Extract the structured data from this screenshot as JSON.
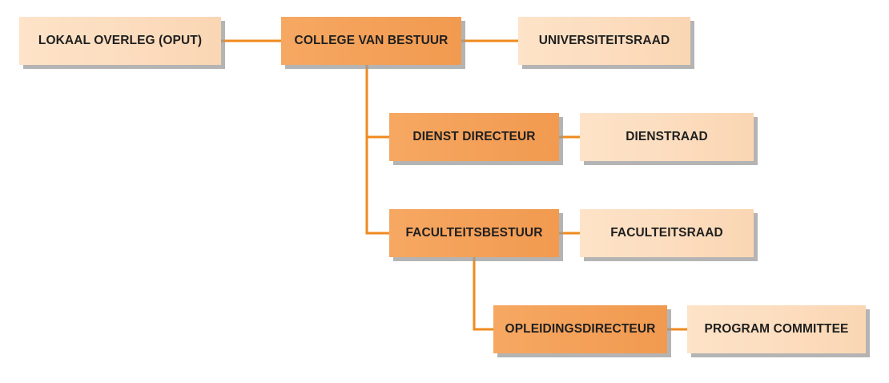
{
  "diagram": {
    "type": "organization-chart",
    "connector_color": "#ef8a1e",
    "node_colors": {
      "body": "#f4a058",
      "council": "#fcdcbd"
    },
    "nodes": {
      "lokaal_overleg": "LOKAAL OVERLEG (OPUT)",
      "college_van_bestuur": "COLLEGE VAN BESTUUR",
      "universiteitsraad": "UNIVERSITEITSRAAD",
      "dienst_directeur": "DIENST DIRECTEUR",
      "dienstraad": "DIENSTRAAD",
      "faculteitsbestuur": "FACULTEITSBESTUUR",
      "faculteitsraad": "FACULTEITSRAAD",
      "opleidingsdirecteur": "OPLEIDINGSDIRECTEUR",
      "program_committee": "PROGRAM COMMITTEE"
    },
    "edges": [
      {
        "from": "college_van_bestuur",
        "to": "lokaal_overleg"
      },
      {
        "from": "college_van_bestuur",
        "to": "universiteitsraad"
      },
      {
        "from": "college_van_bestuur",
        "to": "dienst_directeur"
      },
      {
        "from": "college_van_bestuur",
        "to": "faculteitsbestuur"
      },
      {
        "from": "dienst_directeur",
        "to": "dienstraad"
      },
      {
        "from": "faculteitsbestuur",
        "to": "faculteitsraad"
      },
      {
        "from": "faculteitsbestuur",
        "to": "opleidingsdirecteur"
      },
      {
        "from": "opleidingsdirecteur",
        "to": "program_committee"
      }
    ]
  }
}
